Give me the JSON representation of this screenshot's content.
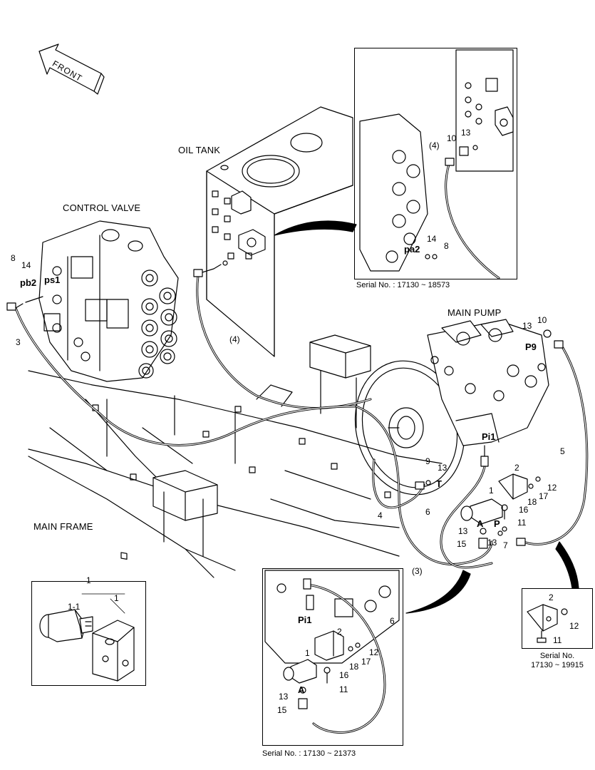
{
  "orientation": {
    "front": "FRONT"
  },
  "assemblies": {
    "oil_tank": "OIL TANK",
    "control_valve": "CONTROL VALVE",
    "main_pump": "MAIN PUMP",
    "main_frame": "MAIN FRAME"
  },
  "ports": {
    "pb2": "pb2",
    "ps1": "ps1",
    "pa2": "pa2",
    "p9": "P9",
    "pi1": "Pi1",
    "t": "T",
    "a": "A",
    "p": "P",
    "inset_pi1": "Pi1",
    "inset_a": "A"
  },
  "callouts": {
    "main": {
      "c8": "8",
      "c14": "14",
      "c3": "3",
      "c4p": "(4)",
      "c13a": "13",
      "c10": "10",
      "c5": "5",
      "c9": "9",
      "c13b": "13",
      "c2": "2",
      "c1": "1",
      "c12": "12",
      "c17": "17",
      "c18": "18",
      "c16": "16",
      "c6": "6",
      "c4": "4",
      "c11": "11",
      "c13c": "13",
      "c15": "15",
      "c7": "7",
      "c13d": "13",
      "c3p": "(3)"
    },
    "inset_top": {
      "c4p": "(4)",
      "c10": "10",
      "c13": "13",
      "c14": "14",
      "c8": "8"
    },
    "inset_bottom": {
      "c6": "6",
      "c2": "2",
      "c1": "1",
      "c12": "12",
      "c17": "17",
      "c18": "18",
      "c16": "16",
      "c11": "11",
      "c13": "13",
      "c15": "15"
    },
    "inset_right": {
      "c2": "2",
      "c12": "12",
      "c11": "11"
    },
    "inset_left": {
      "c1a": "1",
      "c1b": "1",
      "c11": "1-1"
    }
  },
  "serials": {
    "top": "Serial No. : 17130 ~ 18573",
    "bottom": "Serial No. : 17130 ~ 21373",
    "right_line1": "Serial No.",
    "right_line2": "17130 ~ 19915"
  }
}
